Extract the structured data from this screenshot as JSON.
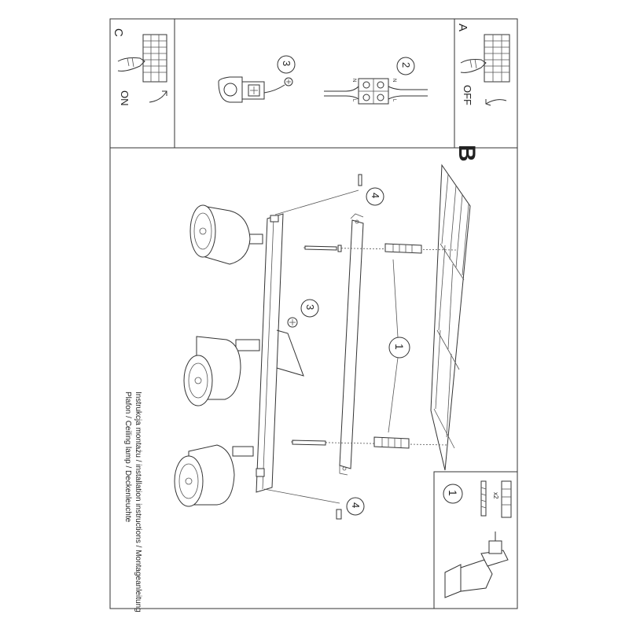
{
  "panels": {
    "a": {
      "letter": "A",
      "state": "OFF"
    },
    "c": {
      "letter": "C",
      "state": "ON"
    },
    "b": {
      "letter": "B"
    }
  },
  "steps": {
    "s1": "1",
    "s1_top": "1",
    "s2": "2",
    "s3_top": "3",
    "s3_mid": "3",
    "s4_top": "4",
    "s4_bottom": "4"
  },
  "terminal_labels": {
    "n_left": "N",
    "l_left": "L",
    "n_right": "N",
    "l_right": "L"
  },
  "quantity": "x2",
  "instructions": {
    "line1": "Instrukcja montażu / installation instructions / Montageanleitung",
    "line2": "Plafon / Ceiling lamp / Deckenleuchte"
  }
}
